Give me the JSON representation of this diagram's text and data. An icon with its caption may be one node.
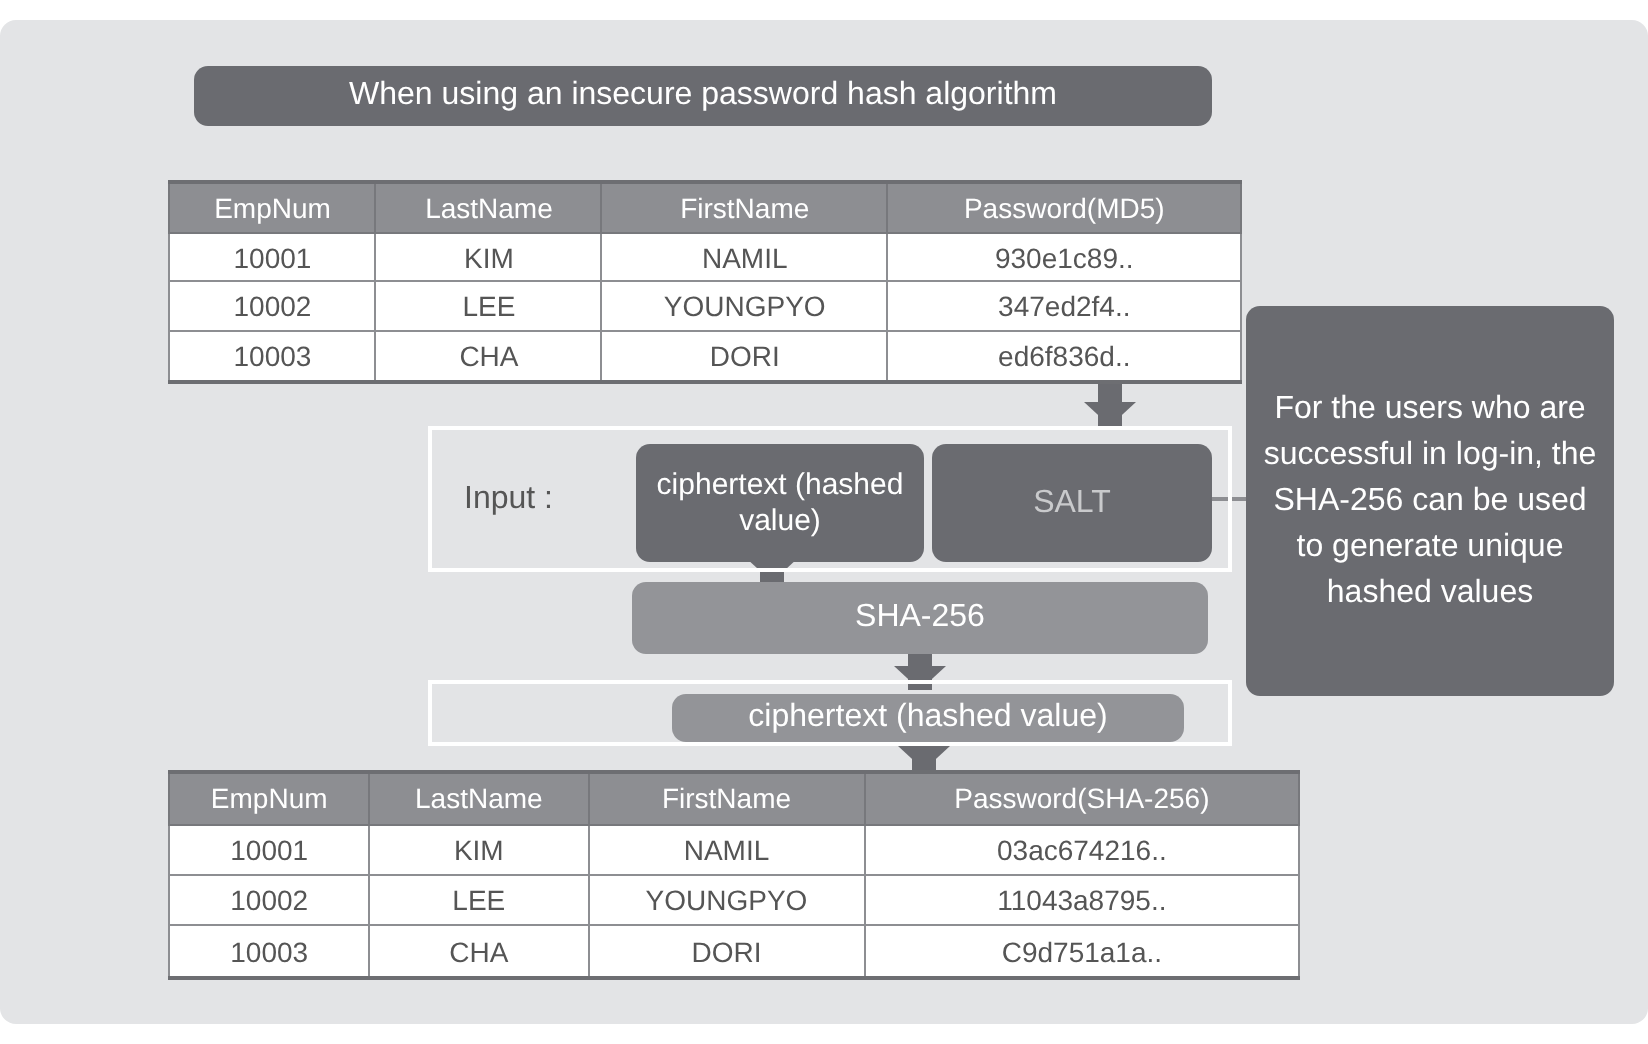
{
  "diagram": {
    "title": "When using an insecure password hash algorithm",
    "nodes": [
      {
        "text": [],
        "shape": "table"
      },
      {
        "text": [
          "Input :"
        ]
      },
      {
        "text": [
          "ciphertext (hashed value)"
        ],
        "in": 1
      },
      {
        "text": [
          "SALT"
        ],
        "in": 1
      },
      {
        "text": [
          "SHA-256"
        ]
      },
      {
        "text": [],
        "shape": "box"
      },
      {
        "text": [
          "ciphertext (hashed value)"
        ],
        "in": 5
      },
      {
        "text": [],
        "shape": "table"
      },
      {
        "text": [
          "For the users who are successful in log-in, the SHA-256 can be used to generate unique hashed values"
        ]
      }
    ],
    "edges": [
      {
        "from": 0,
        "to": 1,
        "arrow": "to"
      },
      {
        "from": 2,
        "to": 4,
        "arrow": "to"
      },
      {
        "from": 4,
        "to": 6,
        "arrow": "to"
      },
      {
        "from": 6,
        "to": 7,
        "arrow": "to"
      },
      {
        "from": 8,
        "to": 3,
        "arrow": "none"
      }
    ],
    "labels": [
      "EmpNum",
      "LastName",
      "FirstName",
      "Password(MD5)",
      "10001",
      "KIM",
      "NAMIL",
      "930e1c89..",
      "10002",
      "LEE",
      "YOUNGPYO",
      "347ed2f4..",
      "10003",
      "CHA",
      "DORI",
      "ed6f836d..",
      "EmpNum",
      "LastName",
      "FirstName",
      "Password(SHA-256)",
      "10001",
      "KIM",
      "NAMIL",
      "03ac674216..",
      "10002",
      "LEE",
      "YOUNGPYO",
      "11043a8795..",
      "10003",
      "CHA",
      "DORI",
      "C9d751a1a.."
    ]
  }
}
